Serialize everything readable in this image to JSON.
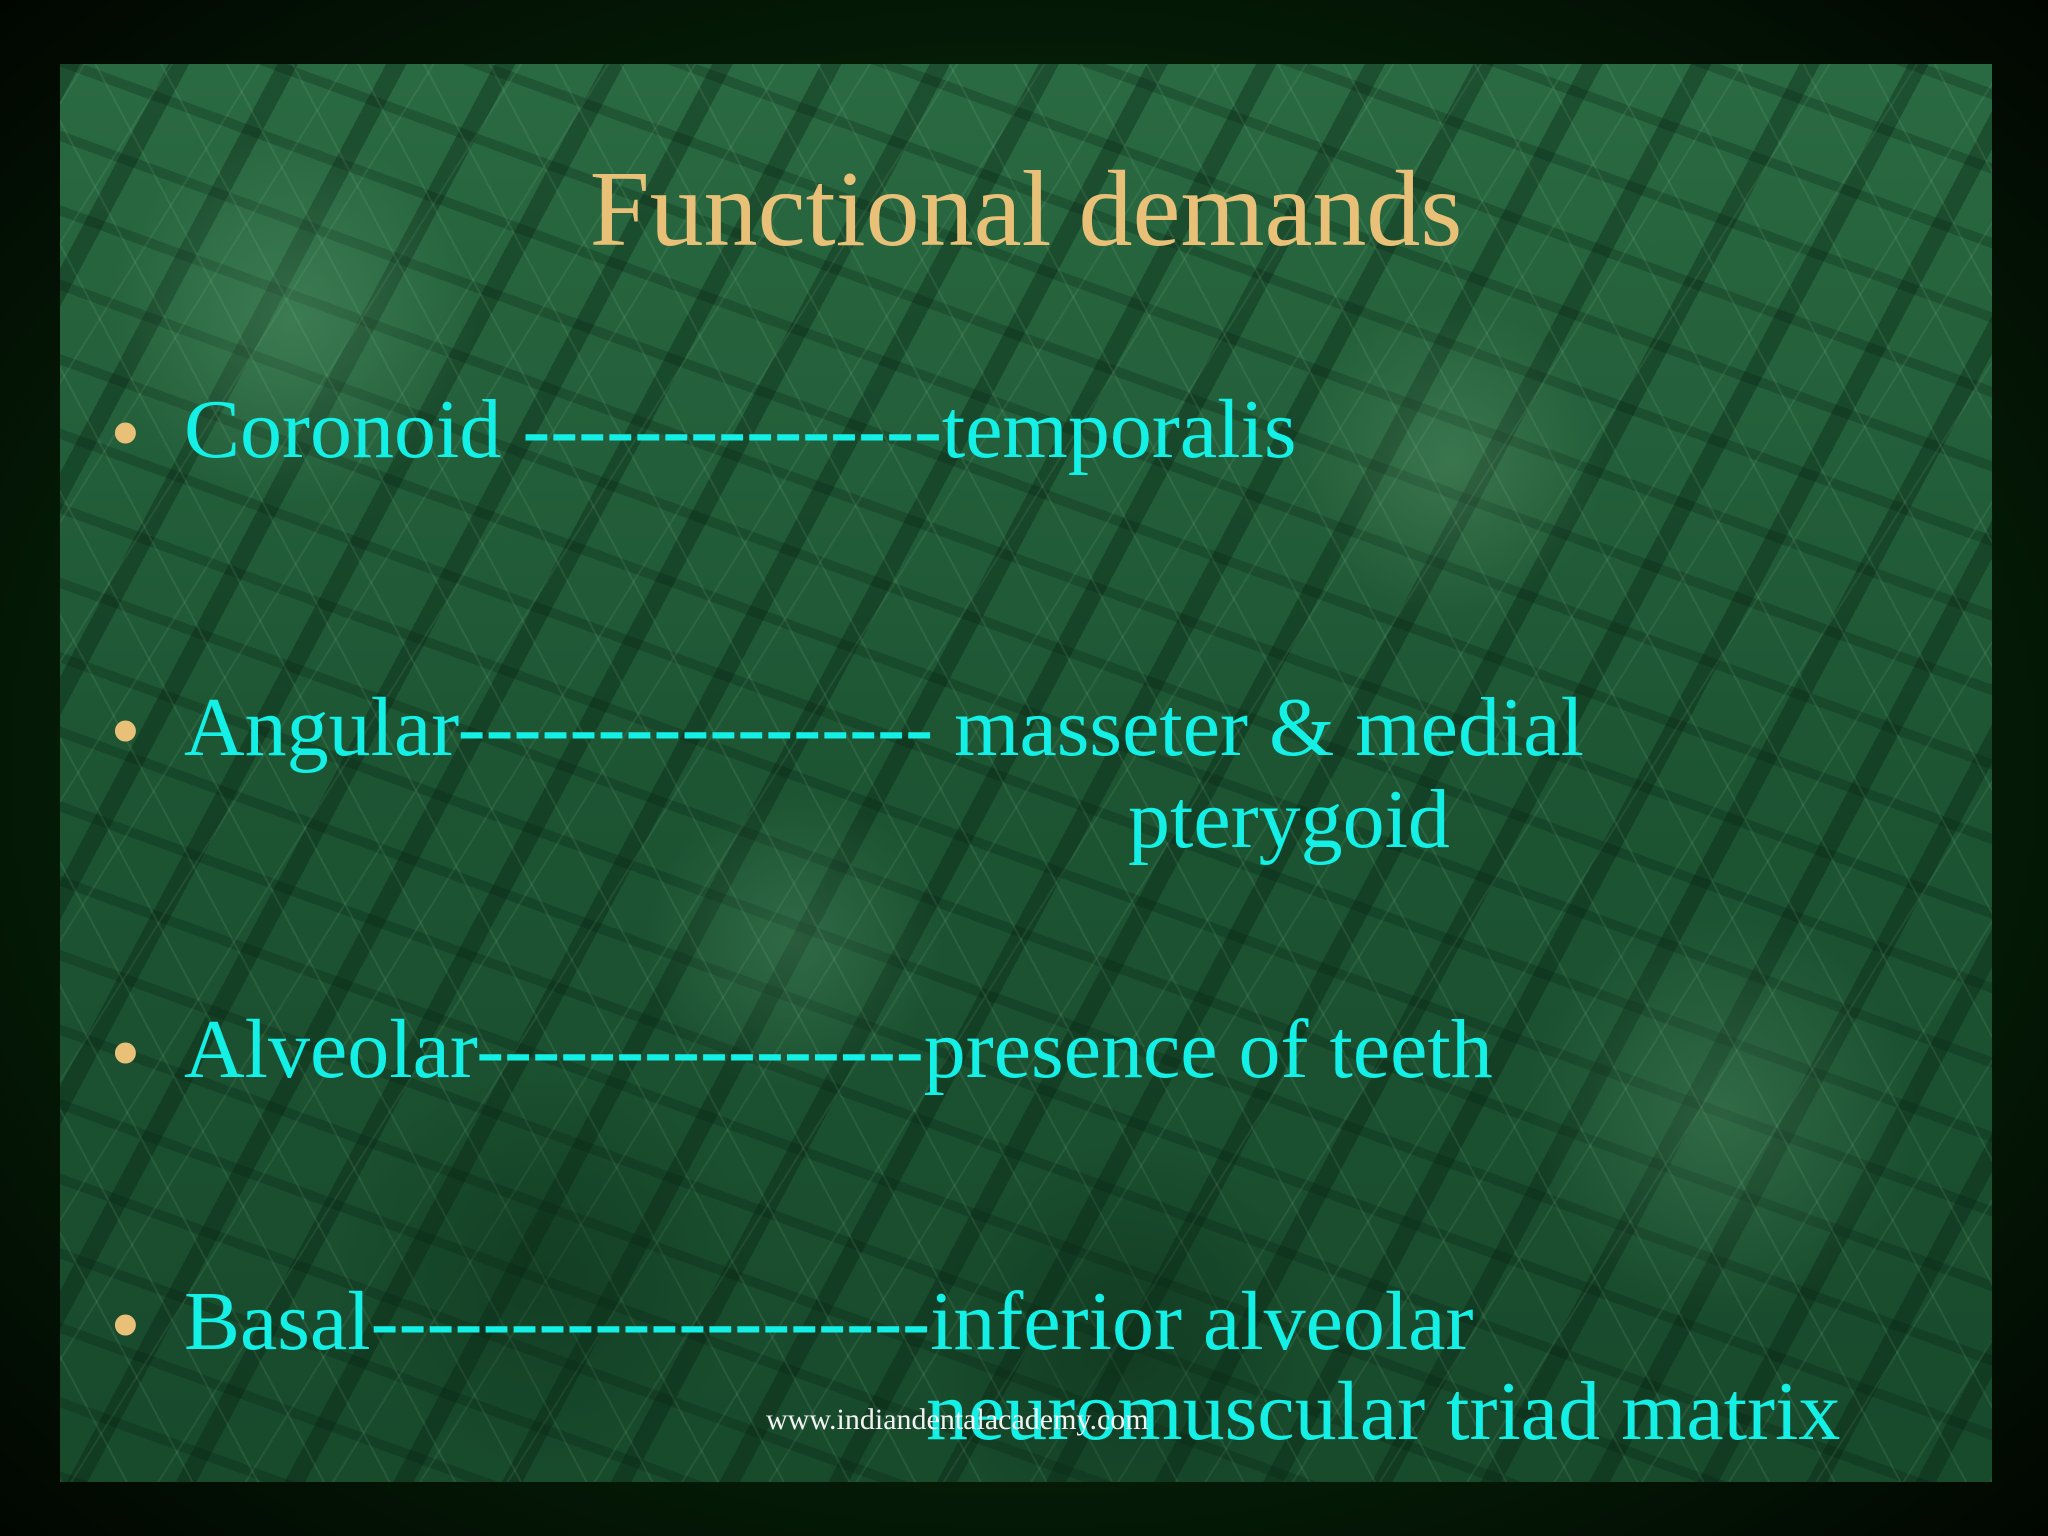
{
  "slide": {
    "title": "Functional demands",
    "bullets": [
      {
        "text": "Coronoid ---------------temporalis",
        "continuation": ""
      },
      {
        "text": "Angular----------------- masseter & medial",
        "continuation": "pterygoid"
      },
      {
        "text": "Alveolar----------------presence of teeth",
        "continuation": ""
      },
      {
        "text": "Basal--------------------inferior alveolar",
        "continuation": "neuromuscular triad matrix"
      }
    ],
    "footer": "www.indiandentalacademy.com"
  },
  "colors": {
    "title": "#e8c078",
    "bullet_marker": "#e8c078",
    "body_text": "#14f0e6",
    "background": "#1f5a36",
    "frame": "#062208",
    "footer_text": "#f2f2f2"
  },
  "icons": {
    "bullet": "bullet-dot-icon"
  }
}
